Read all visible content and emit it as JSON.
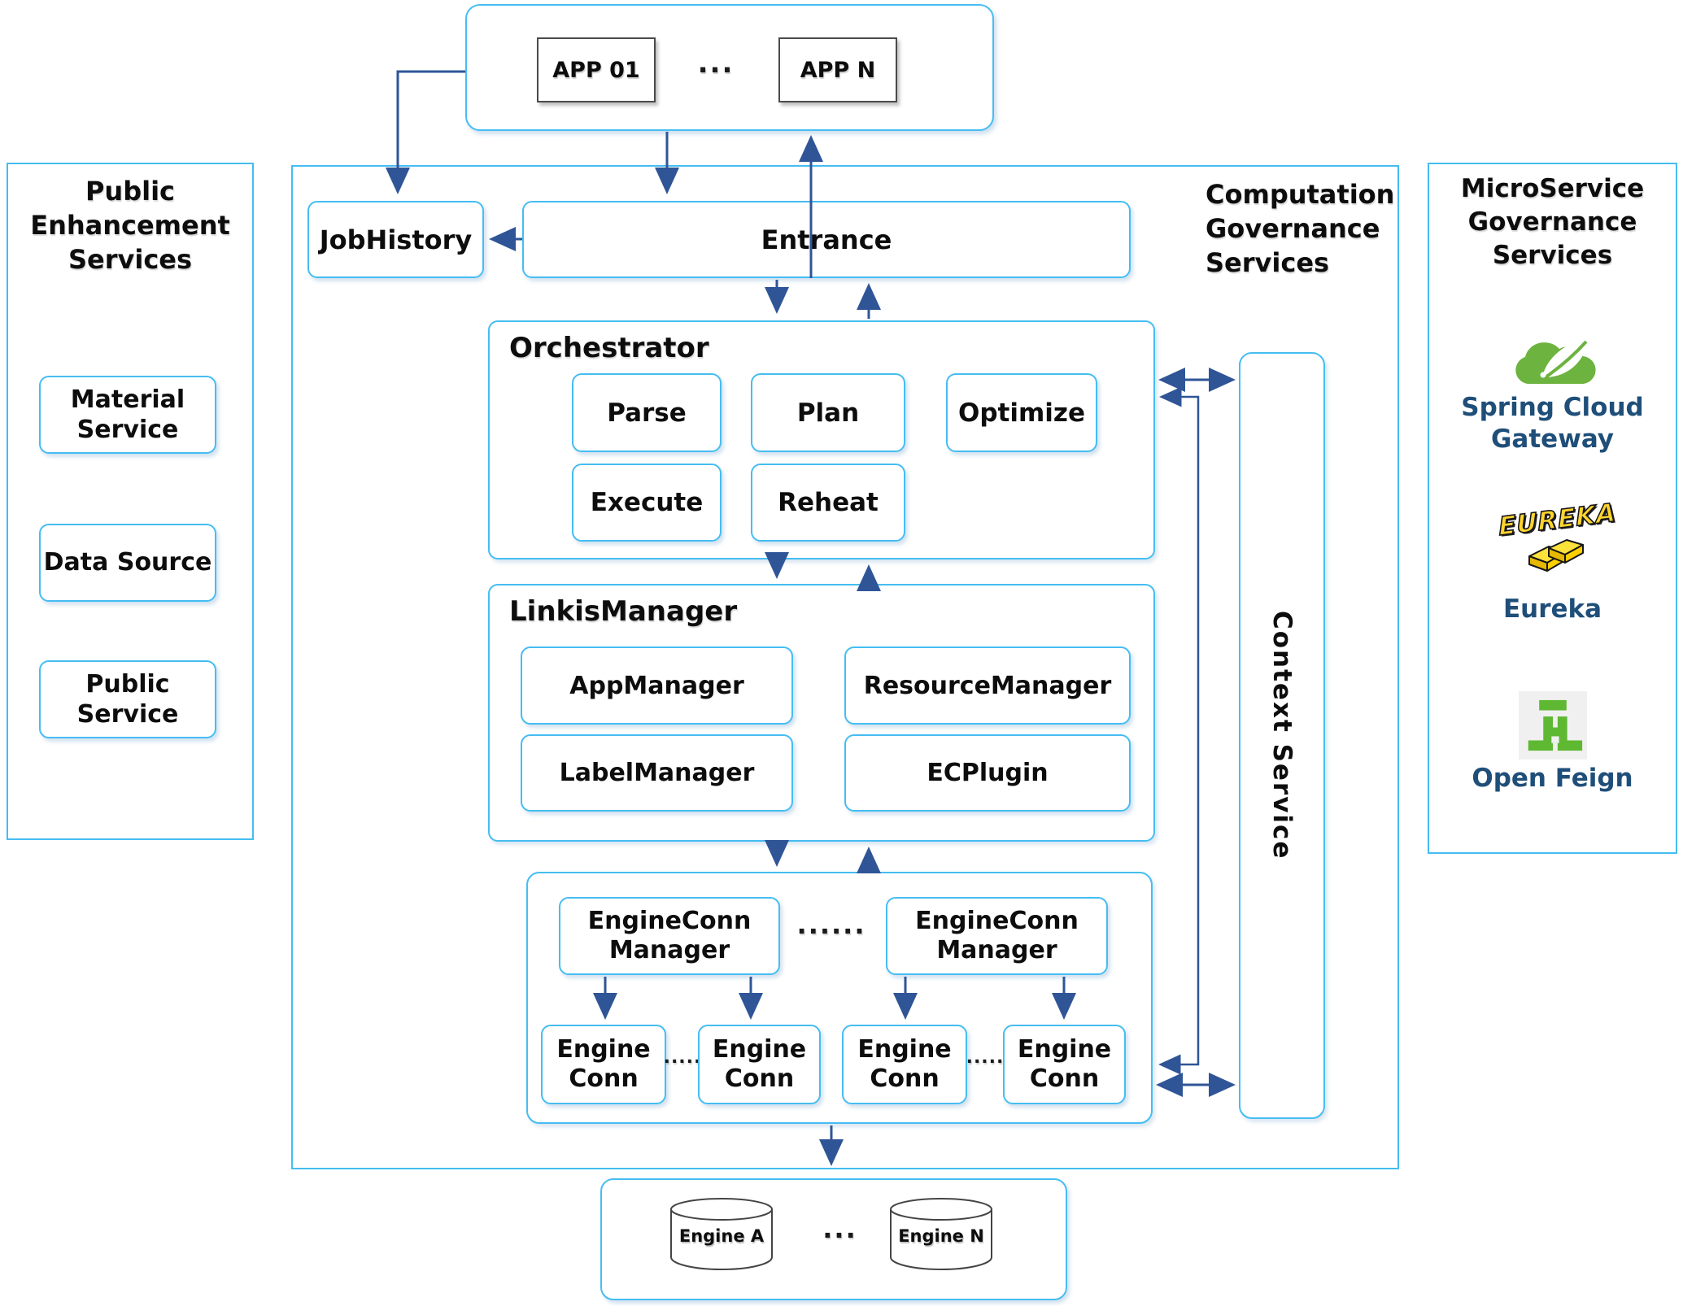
{
  "app_layer": {
    "app1": "APP 01",
    "appn": "APP N",
    "dots": "..."
  },
  "public_enhancement": {
    "title": "Public Enhancement Services",
    "material": "Material Service",
    "data_source": "Data Source",
    "public_service": "Public Service"
  },
  "computation": {
    "label": "Computation Governance Services",
    "job_history": "JobHistory",
    "entrance": "Entrance",
    "orchestrator": {
      "title": "Orchestrator",
      "parse": "Parse",
      "plan": "Plan",
      "optimize": "Optimize",
      "execute": "Execute",
      "reheat": "Reheat"
    },
    "linkis_manager": {
      "title": "LinkisManager",
      "app_manager": "AppManager",
      "resource_manager": "ResourceManager",
      "label_manager": "LabelManager",
      "ec_plugin": "ECPlugin"
    },
    "engine_conn": {
      "manager": "EngineConn Manager",
      "conn": "Engine Conn",
      "dots6": "......",
      "dots5": "....."
    },
    "context_service": "Context Service"
  },
  "microservice": {
    "title": "MicroService Governance Services",
    "gateway": "Spring Cloud Gateway",
    "eureka_logo": "EUREKA",
    "eureka": "Eureka",
    "open_feign": "Open Feign"
  },
  "engines": {
    "a": "Engine A",
    "n": "Engine N",
    "dots": "..."
  },
  "colors": {
    "border_blue": "#45bdf2",
    "arrow_blue": "#2f5597",
    "label_navy": "#1f4e79",
    "spring_green": "#6db33f",
    "feign_green": "#5fb832",
    "eureka_yellow": "#ffd42e"
  }
}
